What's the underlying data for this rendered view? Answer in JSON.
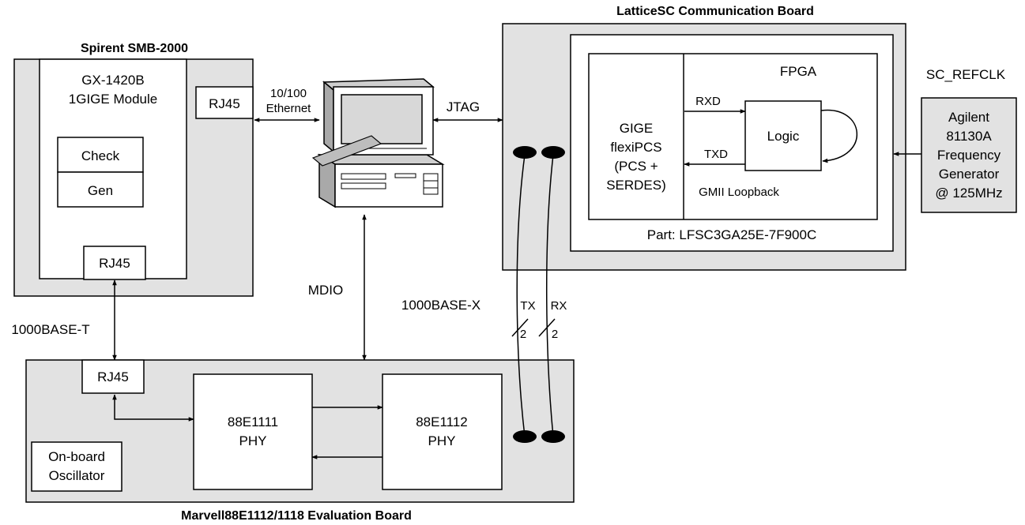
{
  "spirent": {
    "title": "Spirent SMB-2000",
    "module_line1": "GX-1420B",
    "module_line2": "1GIGE Module",
    "check": "Check",
    "gen": "Gen",
    "rj45_side": "RJ45",
    "rj45_bottom": "RJ45"
  },
  "links": {
    "ethernet_line1": "10/100",
    "ethernet_line2": "Ethernet",
    "jtag": "JTAG",
    "mdio": "MDIO",
    "base_t": "1000BASE-T",
    "base_x": "1000BASE-X",
    "tx": "TX",
    "rx": "RX",
    "tx_width": "2",
    "rx_width": "2"
  },
  "lattice": {
    "title": "LatticeSC Communication Board",
    "fpga": "FPGA",
    "gige_line1": "GIGE",
    "gige_line2": "flexiPCS",
    "gige_line3": "(PCS +",
    "gige_line4": "SERDES)",
    "rxd": "RXD",
    "txd": "TXD",
    "logic": "Logic",
    "gmii": "GMII Loopback",
    "part": "Part: LFSC3GA25E-7F900C"
  },
  "clock": {
    "label": "SC_REFCLK",
    "line1": "Agilent",
    "line2": "81130A",
    "line3": "Frequency",
    "line4": "Generator",
    "line5": "@ 125MHz"
  },
  "marvell": {
    "title": "Marvell88E1112/1118 Evaluation Board",
    "rj45": "RJ45",
    "phy1_line1": "88E1111",
    "phy1_line2": "PHY",
    "phy2_line1": "88E1112",
    "phy2_line2": "PHY",
    "osc_line1": "On-board",
    "osc_line2": "Oscillator"
  }
}
